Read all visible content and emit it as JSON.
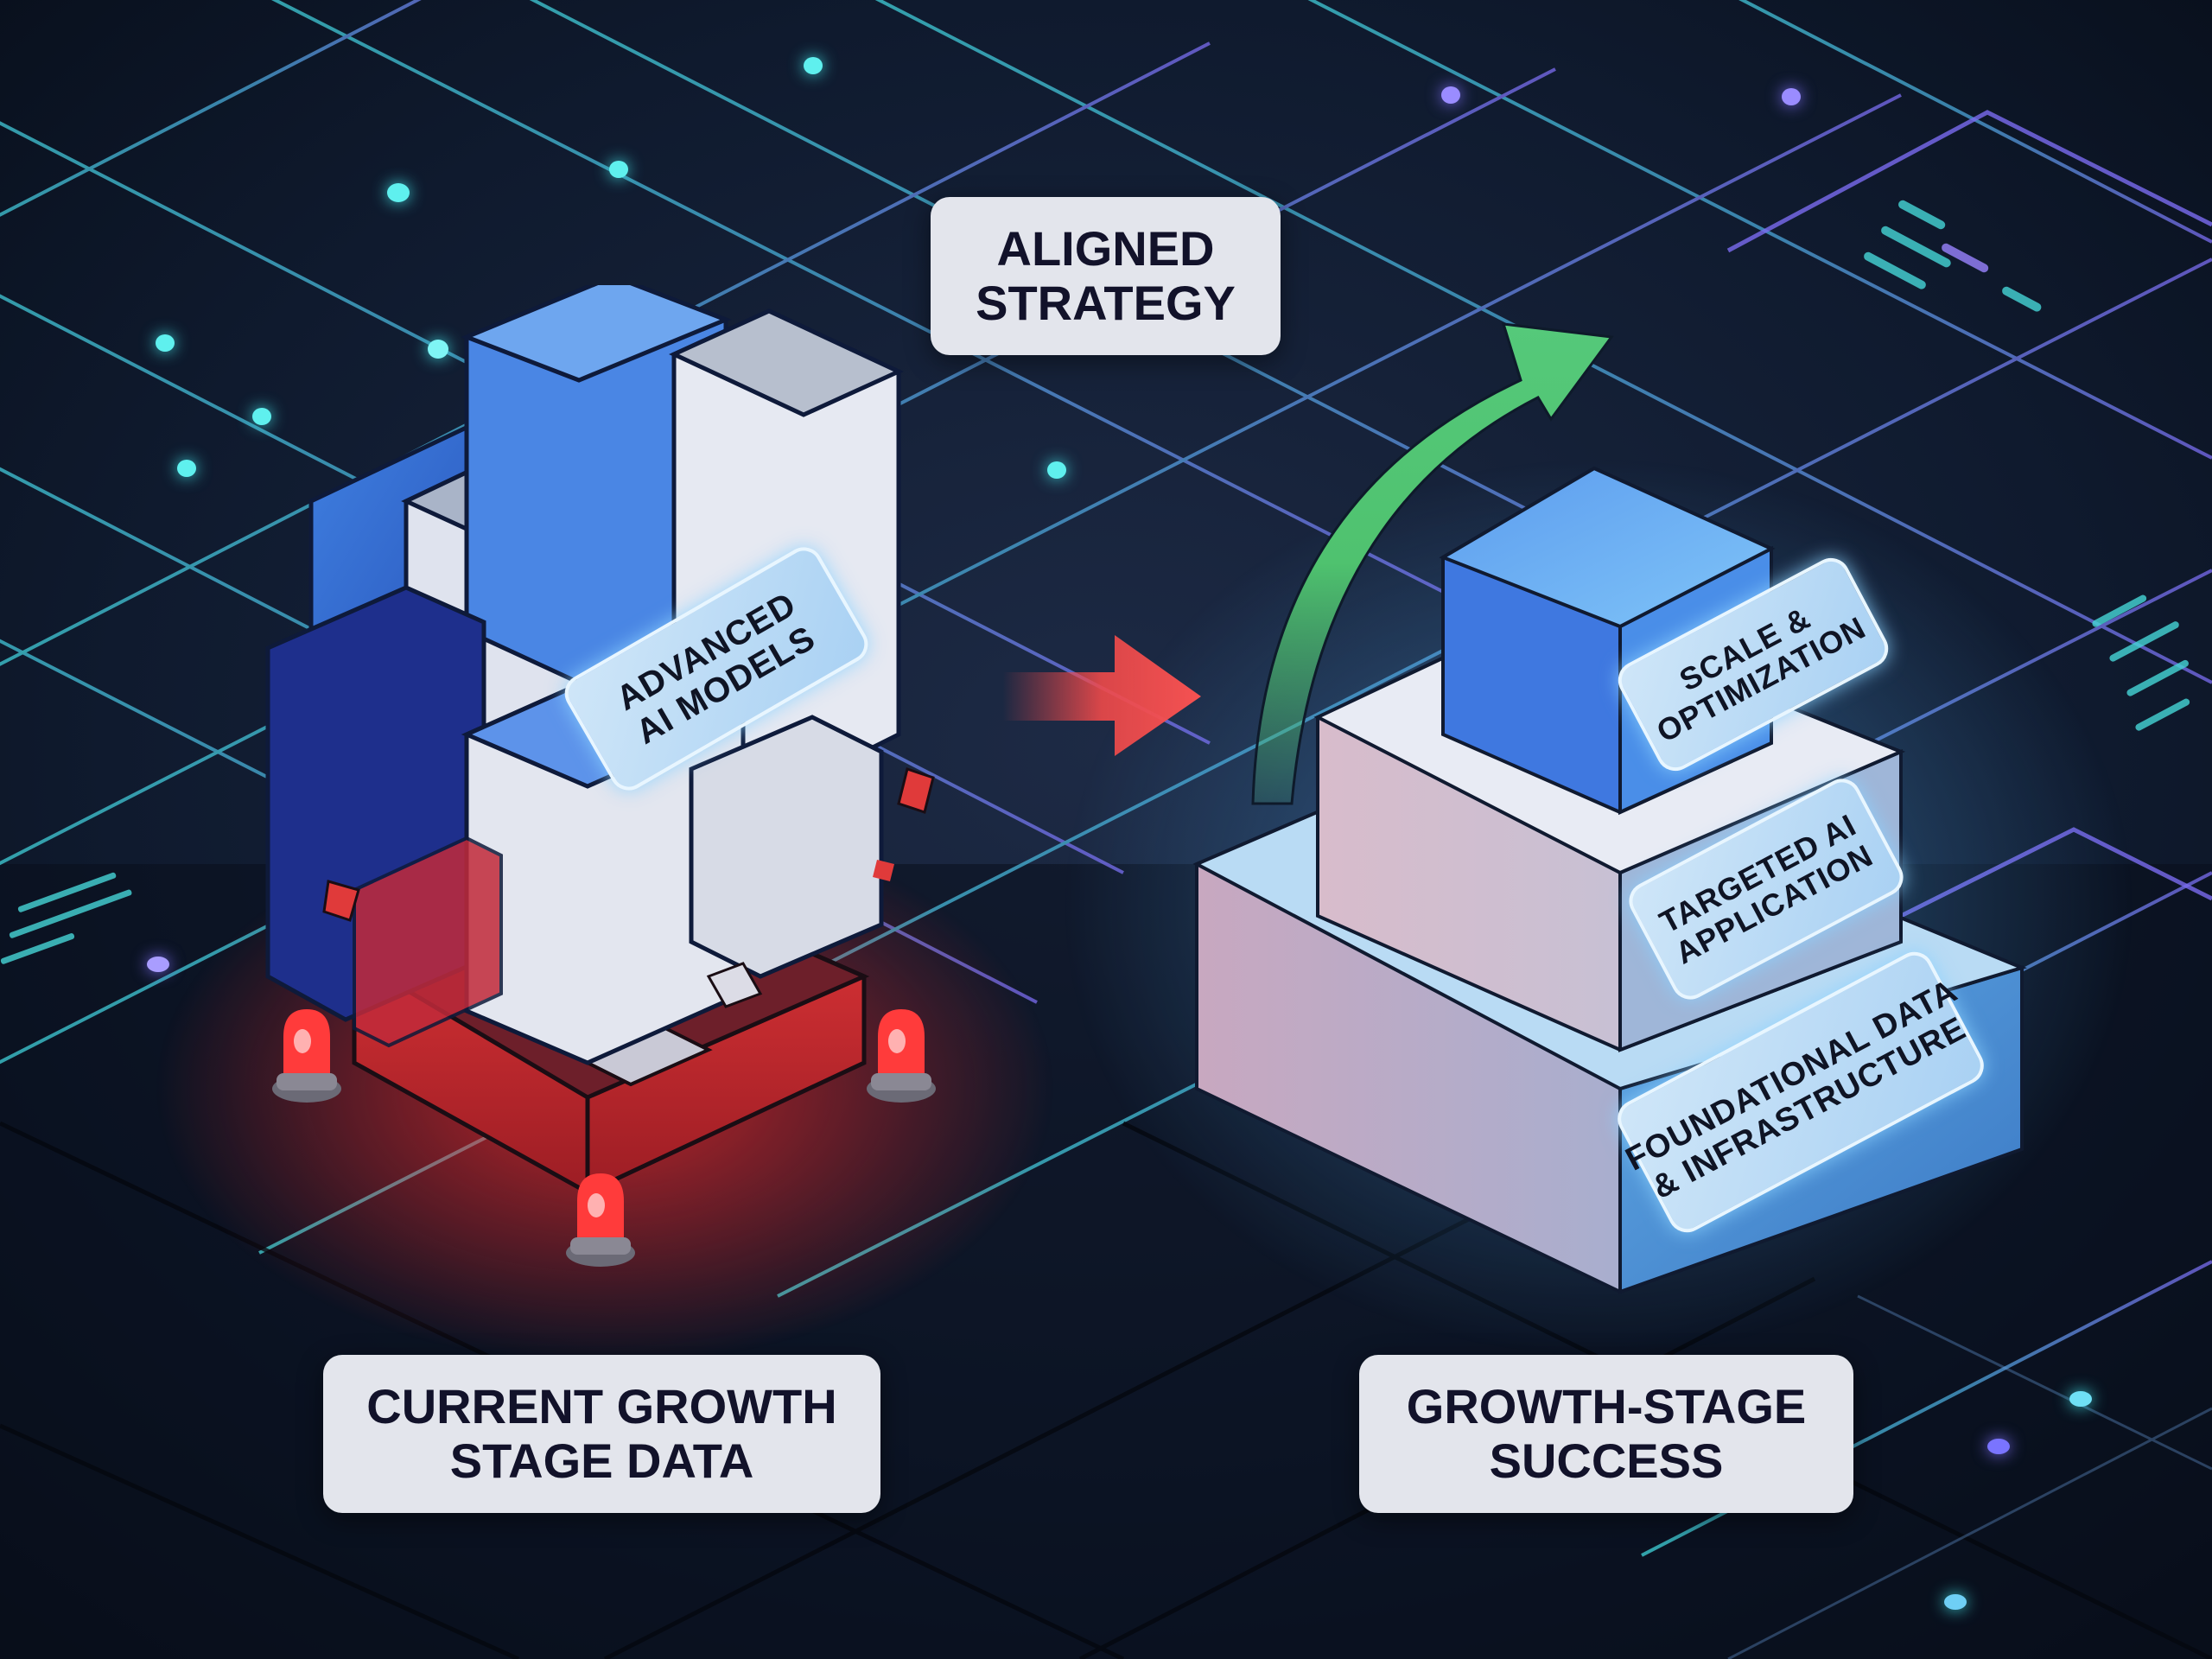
{
  "title_labels": {
    "aligned_strategy": {
      "line1": "ALIGNED",
      "line2": "STRATEGY"
    },
    "current_state": {
      "line1": "CURRENT GROWTH",
      "line2": "STAGE DATA"
    },
    "target_state": {
      "line1": "GROWTH-STAGE",
      "line2": "SUCCESS"
    }
  },
  "left_structure": {
    "tag": {
      "line1": "ADVANCED",
      "line2": "AI MODELS"
    },
    "status": "unstable",
    "alert_lights": 3
  },
  "right_pyramid": {
    "layers": [
      {
        "level": "top",
        "line1": "SCALE &",
        "line2": "OPTIMIZATION"
      },
      {
        "level": "middle",
        "line1": "TARGETED AI",
        "line2": "APPLICATION"
      },
      {
        "level": "base",
        "line1": "FOUNDATIONAL DATA",
        "line2": "& INFRASTRUCTURE"
      }
    ]
  },
  "arrows": {
    "transition": {
      "direction": "right",
      "color": "#f04a4a"
    },
    "growth": {
      "direction": "up-right",
      "color": "#4fc26f"
    }
  },
  "colors": {
    "background": "#0b1424",
    "grid_cyan": "#3fd3d8",
    "grid_purple": "#7b6cf0",
    "card_bg": "#e3e5ec",
    "card_text": "#12122a",
    "alert_red": "#ff3b3b",
    "cube_blue": "#3b78e0",
    "tag_glow": "#8cd2ff"
  }
}
